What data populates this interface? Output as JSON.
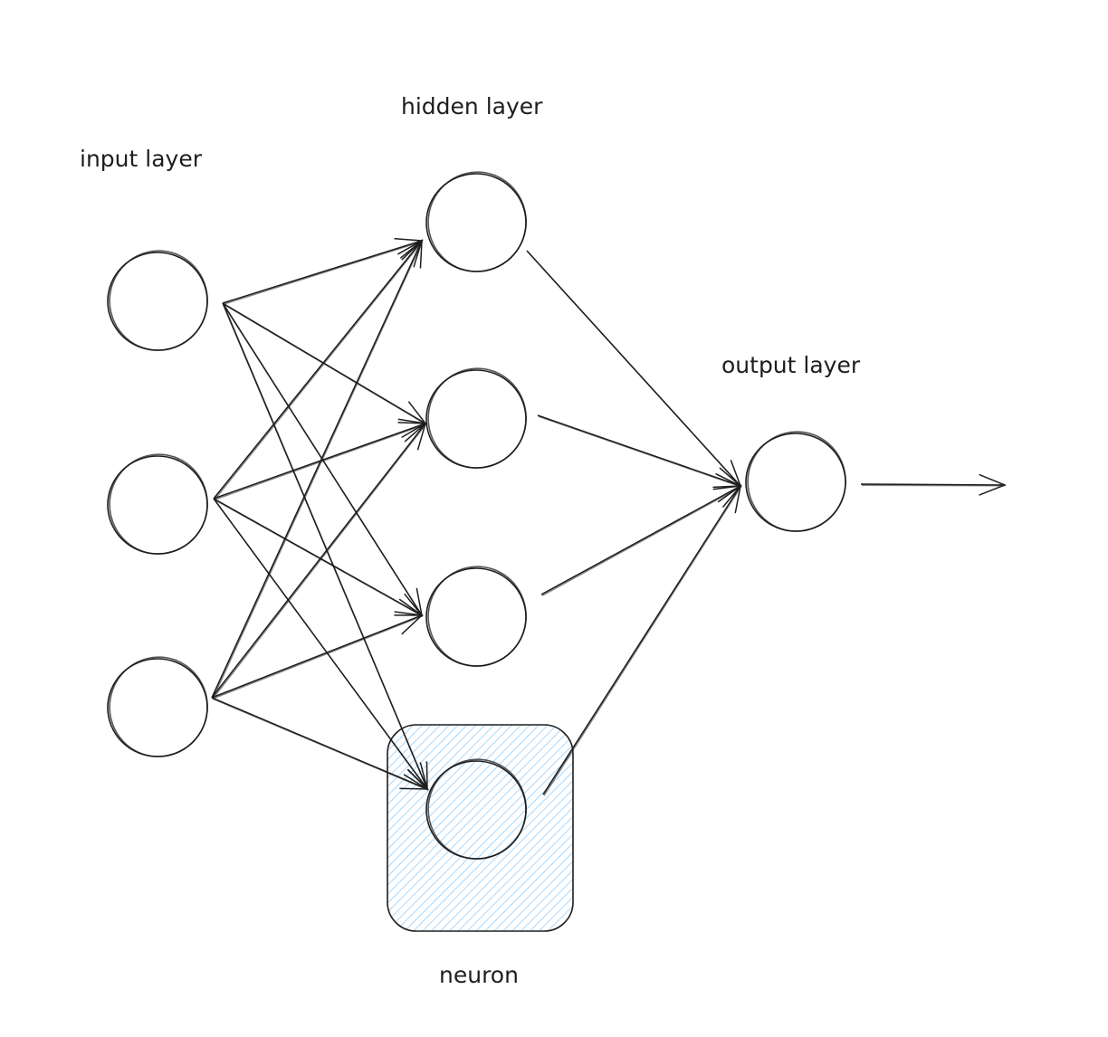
{
  "labels": {
    "input_layer": "input layer",
    "hidden_layer": "hidden layer",
    "output_layer": "output layer",
    "neuron": "neuron"
  },
  "colors": {
    "stroke": "#1e1e1e",
    "highlight_fill": "#a5d8ff",
    "background": "#ffffff"
  },
  "layers": {
    "input": {
      "count": 3
    },
    "hidden": {
      "count": 4
    },
    "output": {
      "count": 1
    }
  },
  "connections": {
    "input_to_hidden": "all-to-all",
    "hidden_to_output": "all-to-one"
  },
  "highlighted_node": {
    "layer": "hidden",
    "index": 3
  }
}
